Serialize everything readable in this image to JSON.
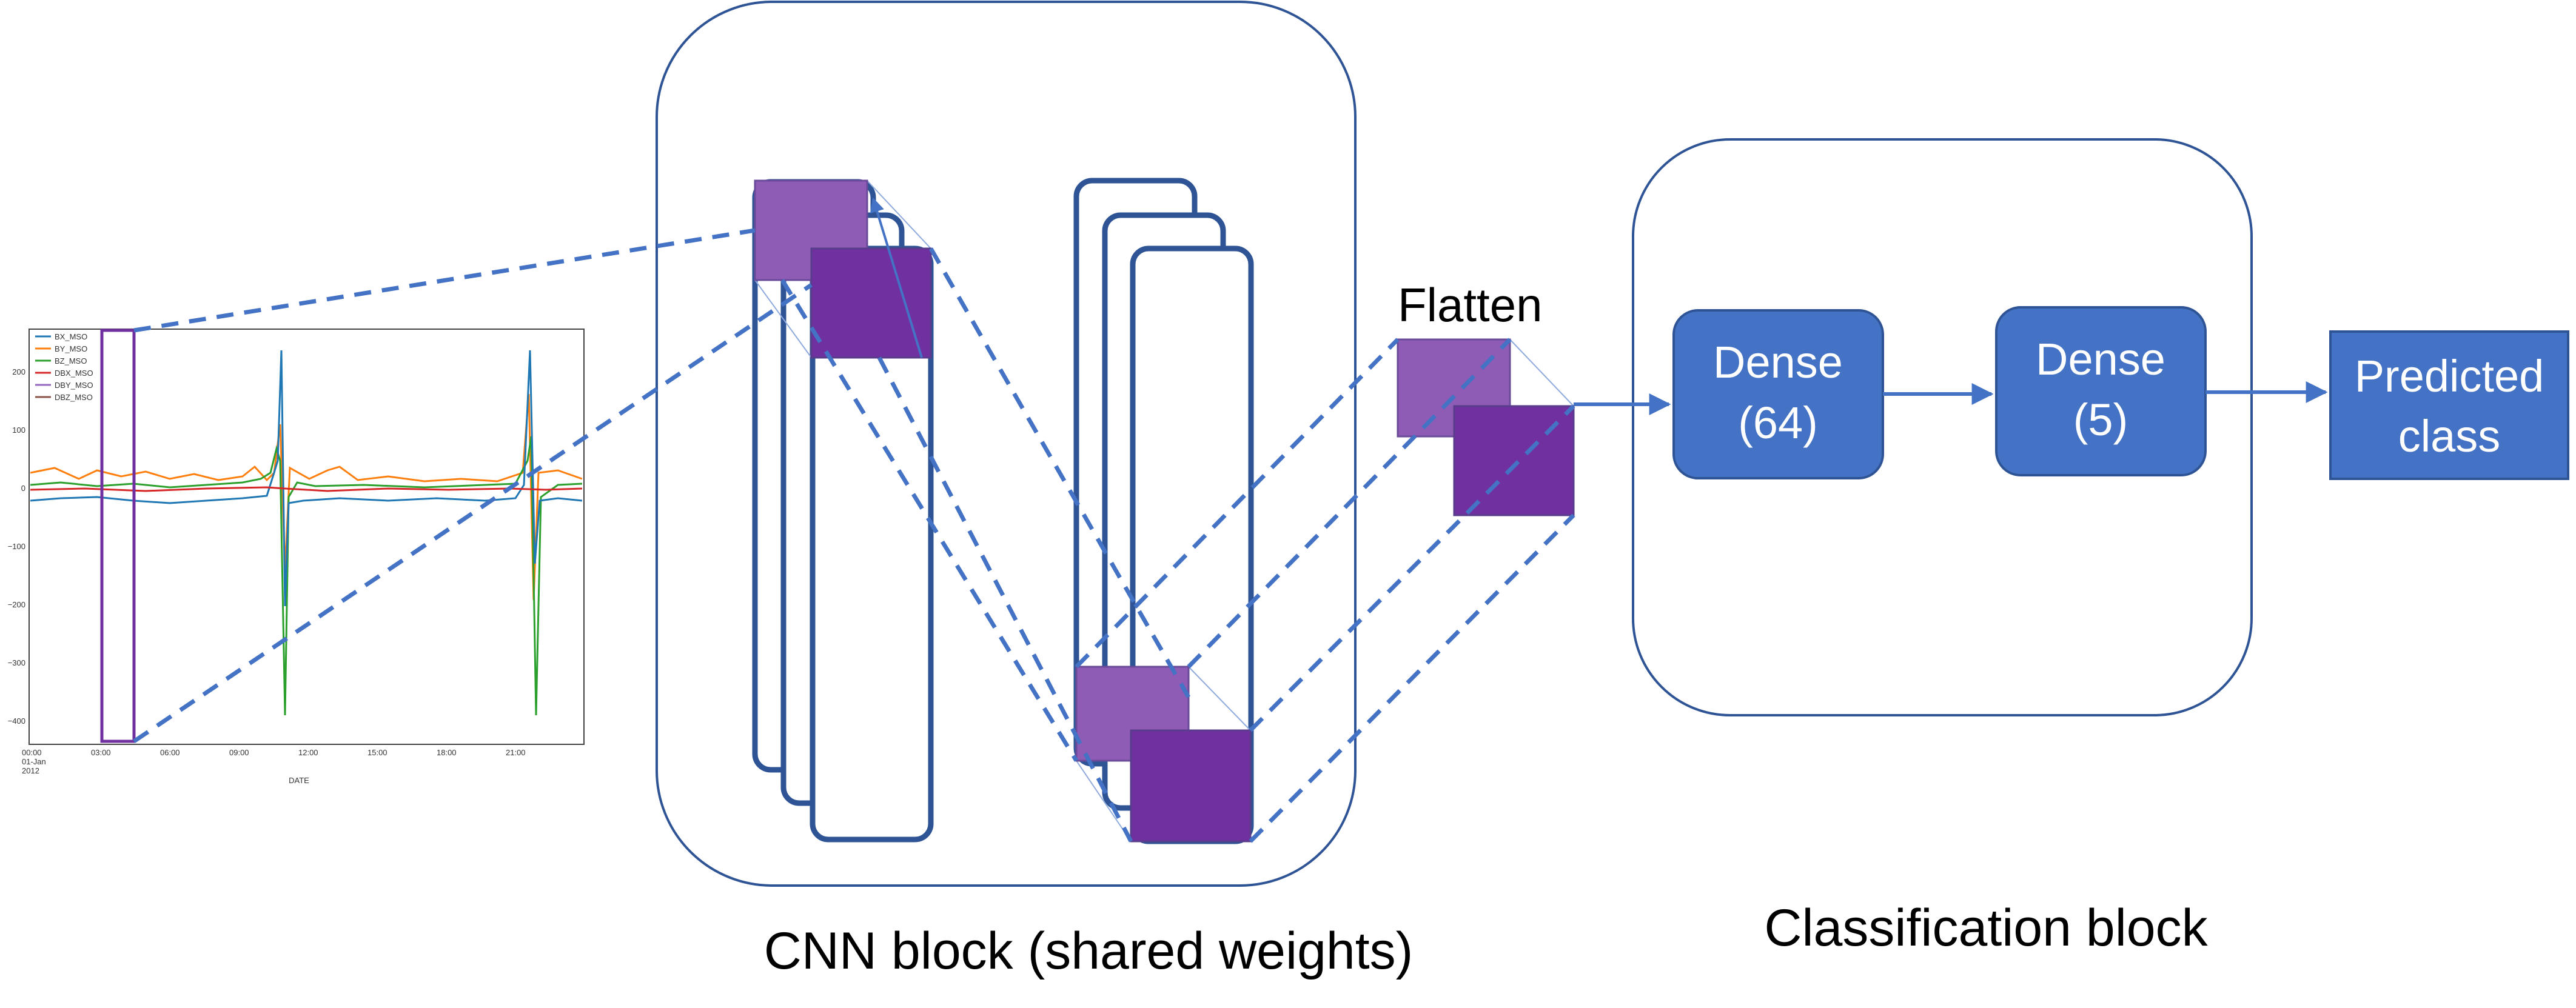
{
  "colors": {
    "outline": "#2f5496",
    "arrow": "#4472c4",
    "dense_fill": "#4472c4",
    "purple_light": "#8e5bb5",
    "purple_dark": "#7030a0",
    "label": "#000000"
  },
  "labels": {
    "cnn_block": "CNN block (shared weights)",
    "classification_block": "Classification block",
    "flatten": "Flatten",
    "dense64_line1": "Dense",
    "dense64_line2": "(64)",
    "dense5_line1": "Dense",
    "dense5_line2": "(5)",
    "predicted_line1": "Predicted",
    "predicted_line2": "class"
  },
  "thumbnail": {
    "legend": [
      "BX_MSO",
      "BY_MSO",
      "BZ_MSO",
      "DBX_MSO",
      "DBY_MSO",
      "DBZ_MSO"
    ],
    "legend_colors": [
      "#1f77b4",
      "#ff7f0e",
      "#2ca02c",
      "#d62728",
      "#9467bd",
      "#8c564b"
    ],
    "y_ticks": [
      "200",
      "100",
      "0",
      "−100",
      "−200",
      "−300",
      "−400"
    ],
    "x_ticks": [
      "00:00",
      "03:00",
      "06:00",
      "09:00",
      "12:00",
      "15:00",
      "18:00",
      "21:00"
    ],
    "x_first_date": [
      "01-Jan",
      "2012"
    ],
    "x_label": "DATE"
  }
}
